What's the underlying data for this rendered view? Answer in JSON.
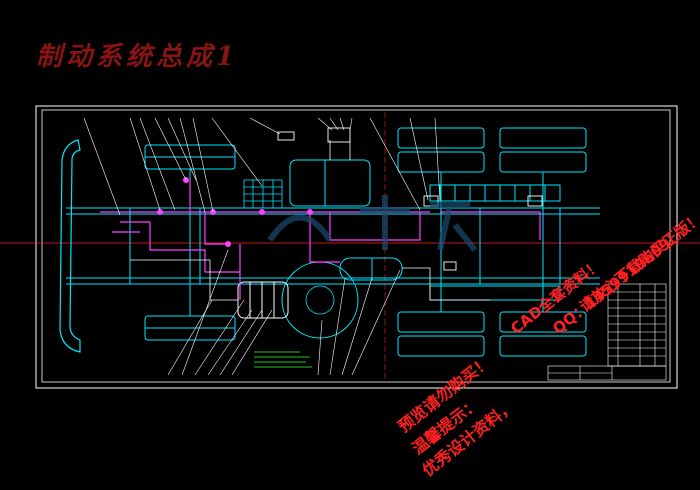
{
  "drawing": {
    "title": "制动系统总成1",
    "colors": {
      "background": "#000000",
      "border": "#ffffff",
      "frame": "#00e5ff",
      "air_line": "#ff40ff",
      "center_line": "#ff2020",
      "title": "#8a1414",
      "notes": "#33ff33",
      "watermark": "#ff2020"
    }
  },
  "watermark": {
    "line1": "预览请勿购买！",
    "line2": "温馨提示：",
    "line3": "优秀设计资料，",
    "line4": "CAD全套资料！",
    "line5": "QQ：1459919609",
    "line6": "请放心下载购买正版！"
  }
}
